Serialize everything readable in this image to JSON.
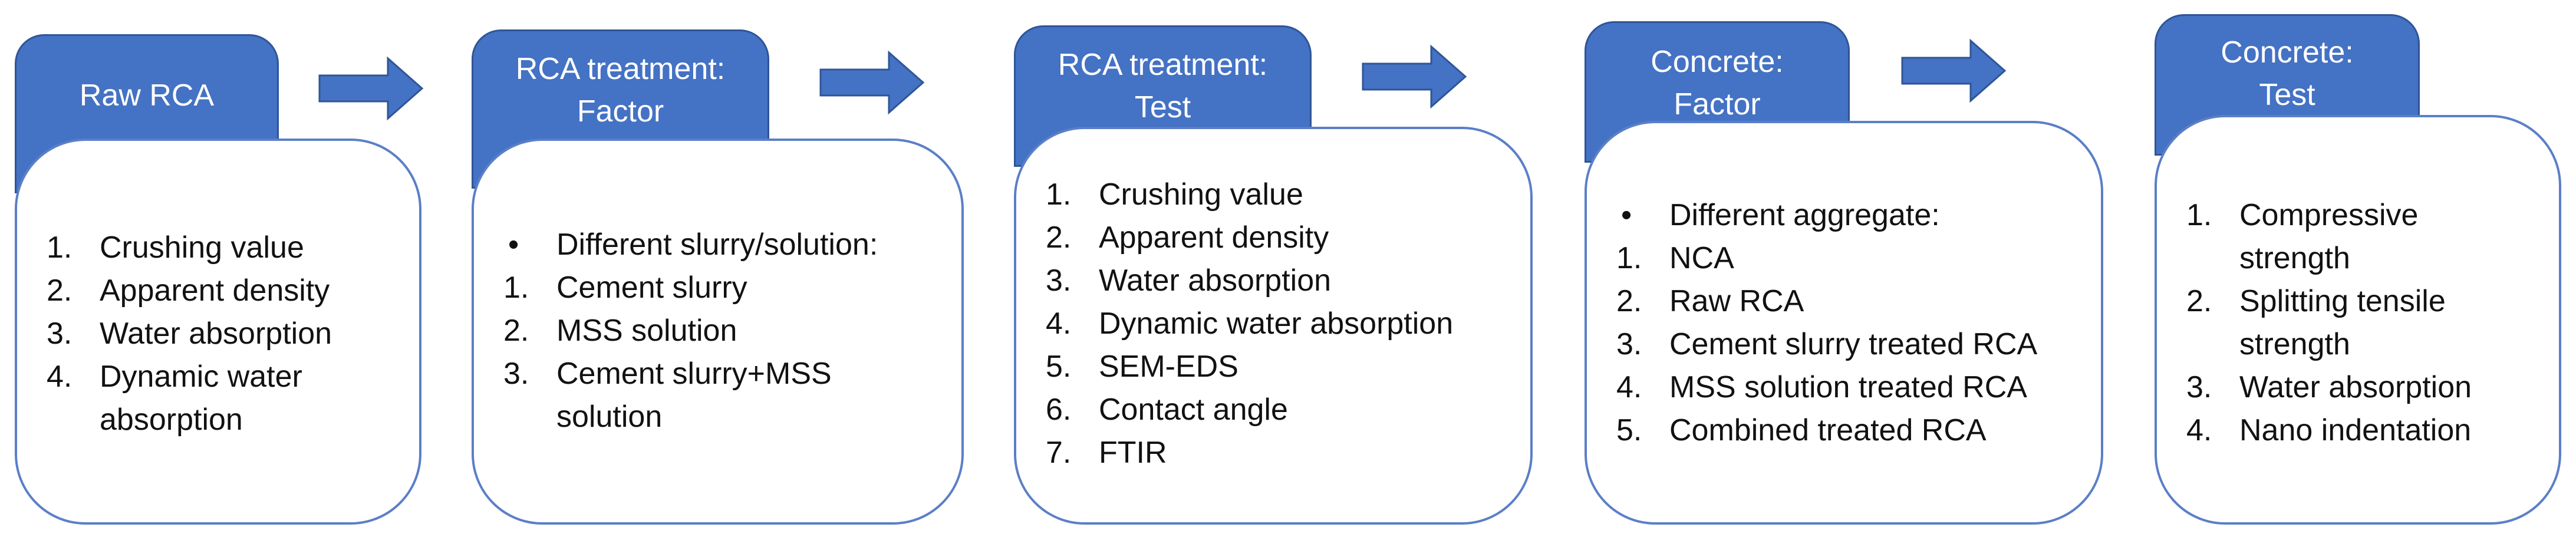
{
  "stages": [
    {
      "tab": [
        "Raw RCA"
      ],
      "items": [
        "Crushing value",
        "Apparent density",
        "Water absorption",
        "Dynamic water absorption"
      ]
    },
    {
      "tab": [
        "RCA treatment:",
        "Factor"
      ],
      "bullet": "Different slurry/solution:",
      "items": [
        "Cement slurry",
        "MSS solution",
        "Cement slurry+MSS solution"
      ]
    },
    {
      "tab": [
        "RCA treatment:",
        "Test"
      ],
      "items": [
        "Crushing value",
        "Apparent density",
        "Water absorption",
        "Dynamic water absorption",
        "SEM-EDS",
        "Contact angle",
        "FTIR"
      ]
    },
    {
      "tab": [
        "Concrete:",
        "Factor"
      ],
      "bullet": "Different aggregate:",
      "items": [
        "NCA",
        "Raw RCA",
        "Cement slurry treated RCA",
        "MSS solution treated RCA",
        "Combined treated RCA"
      ]
    },
    {
      "tab": [
        "Concrete:",
        "Test"
      ],
      "items": [
        "Compressive strength",
        "Splitting tensile strength",
        "Water absorption",
        "Nano indentation"
      ]
    }
  ],
  "markers": {
    "numbers": [
      "1.",
      "2.",
      "3.",
      "4.",
      "5.",
      "6.",
      "7."
    ],
    "bullet": "•"
  },
  "colors": {
    "tab_fill": "#4472C4",
    "tab_border": "#2F5597",
    "card_border": "#5B7FC7",
    "arrow_fill": "#4472C4"
  },
  "icons": [
    "right-arrow-icon"
  ]
}
